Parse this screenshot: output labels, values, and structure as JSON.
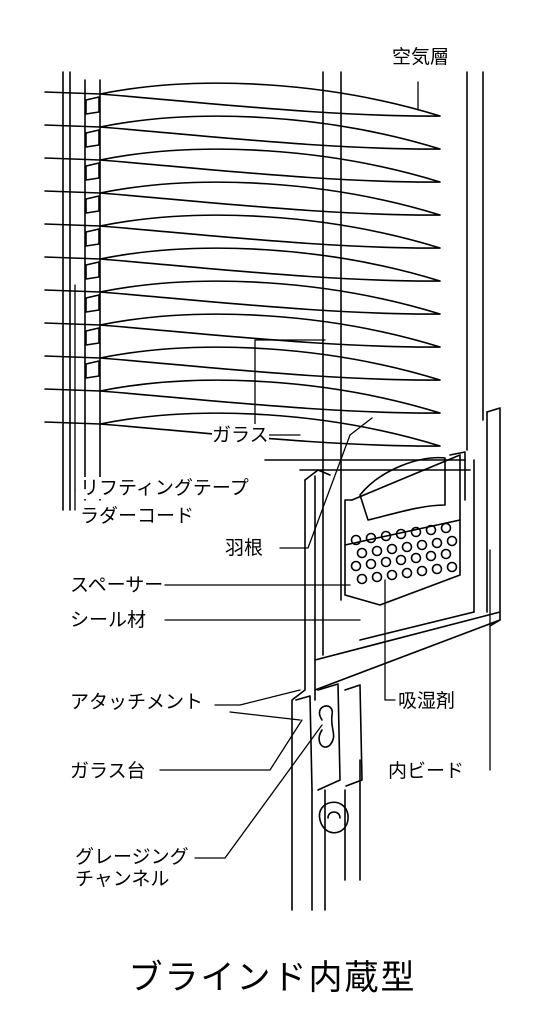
{
  "labels": {
    "air_layer": "空気層",
    "glass": "ガラス",
    "lifting_tape": "リフティングテープ",
    "ladder_cord": "ラダーコード",
    "slat": "羽根",
    "spacer": "スペーサー",
    "seal_material": "シール材",
    "attachment": "アタッチメント",
    "desiccant": "吸湿剤",
    "glass_base": "ガラス台",
    "inner_bead": "内ビード",
    "glazing_channel_line1": "グレージング",
    "glazing_channel_line2": "チャンネル"
  },
  "caption": "ブラインド内蔵型"
}
